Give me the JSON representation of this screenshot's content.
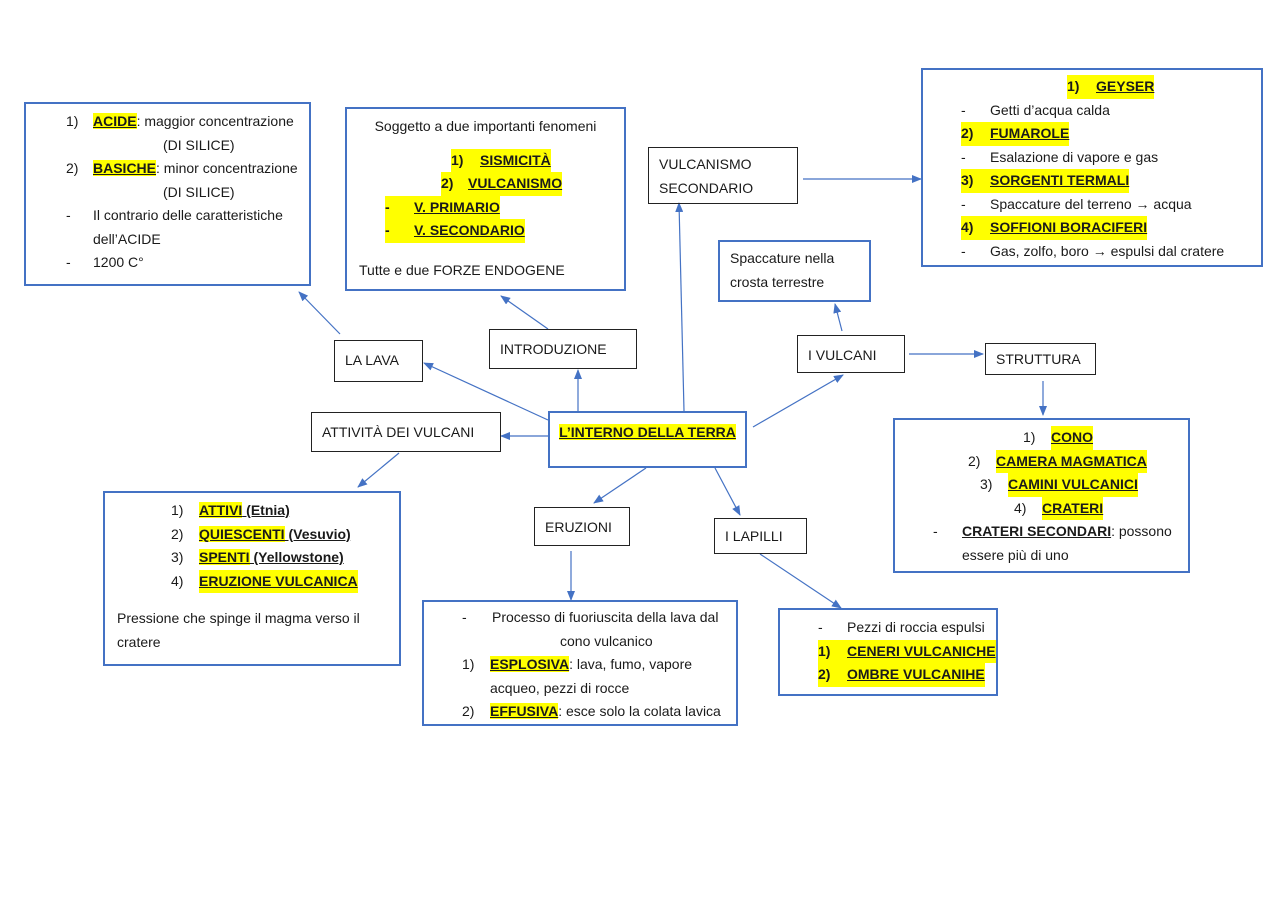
{
  "center": {
    "label": "L’INTERNO DELLA TERRA"
  },
  "nodes": {
    "la_lava": "LA LAVA",
    "introduzione": "INTRODUZIONE",
    "vulcanismo_sec": [
      "VULCANISMO",
      "SECONDARIO"
    ],
    "spaccature": [
      "Spaccature nella",
      "crosta terrestre"
    ],
    "i_vulcani": "I VULCANI",
    "struttura": "STRUTTURA",
    "attivita": "ATTIVITÀ  DEI VULCANI",
    "eruzioni": "ERUZIONI",
    "i_lapilli": "I LAPILLI"
  },
  "lava_box": {
    "items": [
      {
        "marker": "1)",
        "term": "ACIDE",
        "rest": ": maggior concentrazione",
        "cont": "(DI SILICE)"
      },
      {
        "marker": "2)",
        "term": "BASICHE",
        "rest": ": minor concentrazione",
        "cont": "(DI SILICE)"
      }
    ],
    "bullets": [
      {
        "marker": "-",
        "lines": [
          "Il contrario delle caratteristiche",
          "dell’ACIDE"
        ]
      },
      {
        "marker": "-",
        "lines": [
          "1200 C°"
        ]
      }
    ]
  },
  "intro_box": {
    "title": "Soggetto a due importanti fenomeni",
    "items": [
      {
        "marker": "1)",
        "term": "SISMICITÀ"
      },
      {
        "marker": "2)",
        "term": "VULCANISMO"
      }
    ],
    "bullets": [
      {
        "marker": "-",
        "term": "V. PRIMARIO"
      },
      {
        "marker": "-",
        "term": "V. SECONDARIO"
      }
    ],
    "footer": "Tutte e due FORZE ENDOGENE"
  },
  "secondary_box": {
    "items": [
      {
        "marker": "1)",
        "term": "GEYSER",
        "desc": "Getti d’acqua calda"
      },
      {
        "marker": "2)",
        "term": "FUMAROLE",
        "desc": "Esalazione di vapore e gas"
      },
      {
        "marker": "3)",
        "term": "SORGENTI TERMALI",
        "desc": "Spaccature del terreno → acqua"
      },
      {
        "marker": "4)",
        "term": "SOFFIONI BORACIFERI",
        "desc": "Gas, zolfo, boro → espulsi dal cratere"
      }
    ],
    "dash": "-"
  },
  "struttura_box": {
    "items": [
      {
        "marker": "1)",
        "term": "CONO"
      },
      {
        "marker": "2)",
        "term": "CAMERA MAGMATICA"
      },
      {
        "marker": "3)",
        "term": "CAMINI VULCANICI"
      },
      {
        "marker": "4)",
        "term": "CRATERI"
      }
    ],
    "bullet": {
      "marker": "-",
      "term": "CRATERI SECONDARI",
      "rest": ": possono",
      "cont": "essere più di uno"
    }
  },
  "attivita_box": {
    "items": [
      {
        "marker": "1)",
        "term": "ATTIVI",
        "rest": " (Etnia)",
        "hl_rest": false
      },
      {
        "marker": "2)",
        "term": "QUIESCENTI",
        "rest": " (Vesuvio)",
        "hl_rest": false
      },
      {
        "marker": "3)",
        "term": "SPENTI",
        "rest": " (Yellowstone)",
        "hl_rest": false
      },
      {
        "marker": "4)",
        "term": "ERUZIONE VULCANICA",
        "rest": "",
        "hl_rest": false
      }
    ],
    "footer": [
      "Pressione che spinge il magma verso il",
      "cratere"
    ]
  },
  "eruzioni_box": {
    "bullet": {
      "marker": "-",
      "lines": [
        "Processo di fuoriuscita della lava dal",
        "cono vulcanico"
      ]
    },
    "items": [
      {
        "marker": "1)",
        "term": "ESPLOSIVA",
        "rest": ": lava, fumo, vapore",
        "cont": "acqueo, pezzi di rocce"
      },
      {
        "marker": "2)",
        "term": "EFFUSIVA",
        "rest": ": esce solo la colata lavica",
        "cont": ""
      }
    ]
  },
  "lapilli_box": {
    "bullet": {
      "marker": "-",
      "text": "Pezzi di roccia espulsi"
    },
    "items": [
      {
        "marker": "1)",
        "term": "CENERI VULCANICHE"
      },
      {
        "marker": "2)",
        "term": "OMBRE VULCANIHE"
      }
    ]
  },
  "colors": {
    "box_border": "#4472c4",
    "arrow": "#4472c4",
    "highlight": "#ffff00"
  }
}
